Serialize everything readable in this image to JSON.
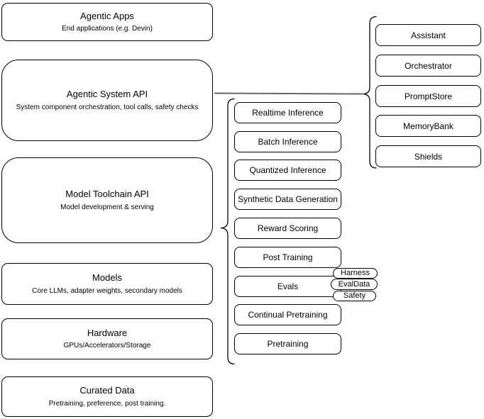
{
  "diagram": {
    "layers": [
      {
        "title": "Agentic Apps",
        "subtitle": "End applications (e.g. Devin)"
      },
      {
        "title": "Agentic System API",
        "subtitle": "System component orchestration, tool calls, safety checks"
      },
      {
        "title": "Model Toolchain API",
        "subtitle": "Model development & serving"
      },
      {
        "title": "Models",
        "subtitle": "Core LLMs, adapter weights, secondary models"
      },
      {
        "title": "Hardware",
        "subtitle": "GPUs/Accelerators/Storage"
      },
      {
        "title": "Curated Data",
        "subtitle": "Pretraining, preference, post training."
      }
    ],
    "toolchain_api_items": [
      "Realtime Inference",
      "Batch Inference",
      "Quantized Inference",
      "Synthetic Data Generation",
      "Reward Scoring",
      "Post Training",
      "Evals",
      "Continual Pretraining",
      "Pretraining"
    ],
    "evals_tags": [
      "Harness",
      "EvalData",
      "Safety"
    ],
    "system_api_components": [
      "Assistant",
      "Orchestrator",
      "PromptStore",
      "MemoryBank",
      "Shields"
    ],
    "colors": {
      "node_stroke": "#000000",
      "node_fill": "#ffffff",
      "connector": "#666666",
      "text": "#000000",
      "background": "#ffffff"
    }
  }
}
